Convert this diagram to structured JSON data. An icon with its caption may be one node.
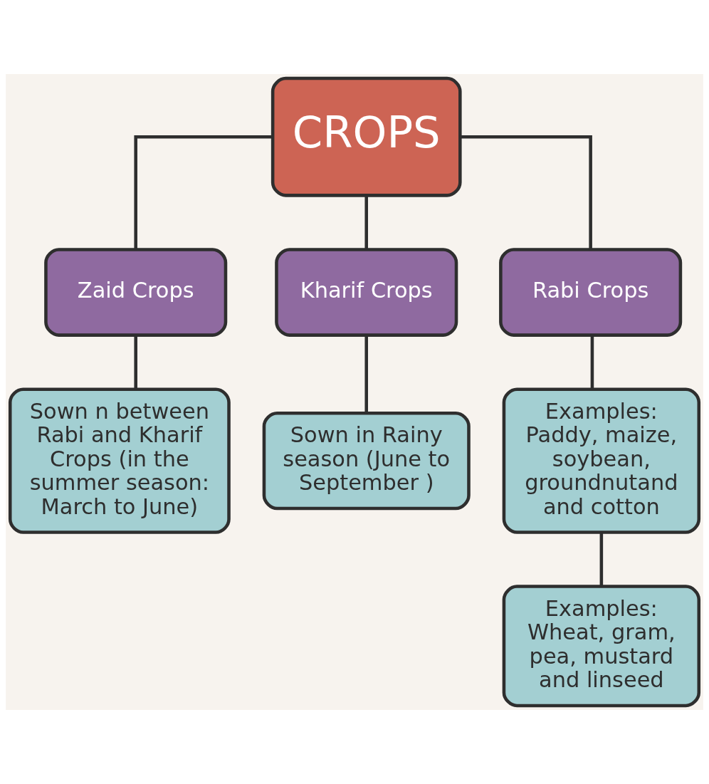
{
  "diagram": {
    "nodes": [
      {
        "text": [
          "CROPS"
        ]
      },
      {
        "text": [
          "Zaid Crops"
        ]
      },
      {
        "text": [
          "Kharif Crops"
        ]
      },
      {
        "text": [
          "Rabi Crops"
        ]
      },
      {
        "text": [
          "Sown n between Rabi and Kharif Crops (in the summer season: March to June)"
        ]
      },
      {
        "text": [
          "Sown in Rainy season (June to September )"
        ]
      },
      {
        "text": [
          "Examples: Paddy, maize, soybean, groundnutand and cotton"
        ]
      },
      {
        "text": [
          "Examples: Wheat, gram, pea, mustard and linseed"
        ]
      }
    ],
    "edges": [
      {
        "from": 0,
        "to": 1,
        "arrow": "none"
      },
      {
        "from": 0,
        "to": 2,
        "arrow": "none"
      },
      {
        "from": 0,
        "to": 3,
        "arrow": "none"
      },
      {
        "from": 1,
        "to": 4,
        "arrow": "none"
      },
      {
        "from": 2,
        "to": 5,
        "arrow": "none"
      },
      {
        "from": 3,
        "to": 6,
        "arrow": "none"
      },
      {
        "from": 6,
        "to": 7,
        "arrow": "none"
      }
    ]
  }
}
